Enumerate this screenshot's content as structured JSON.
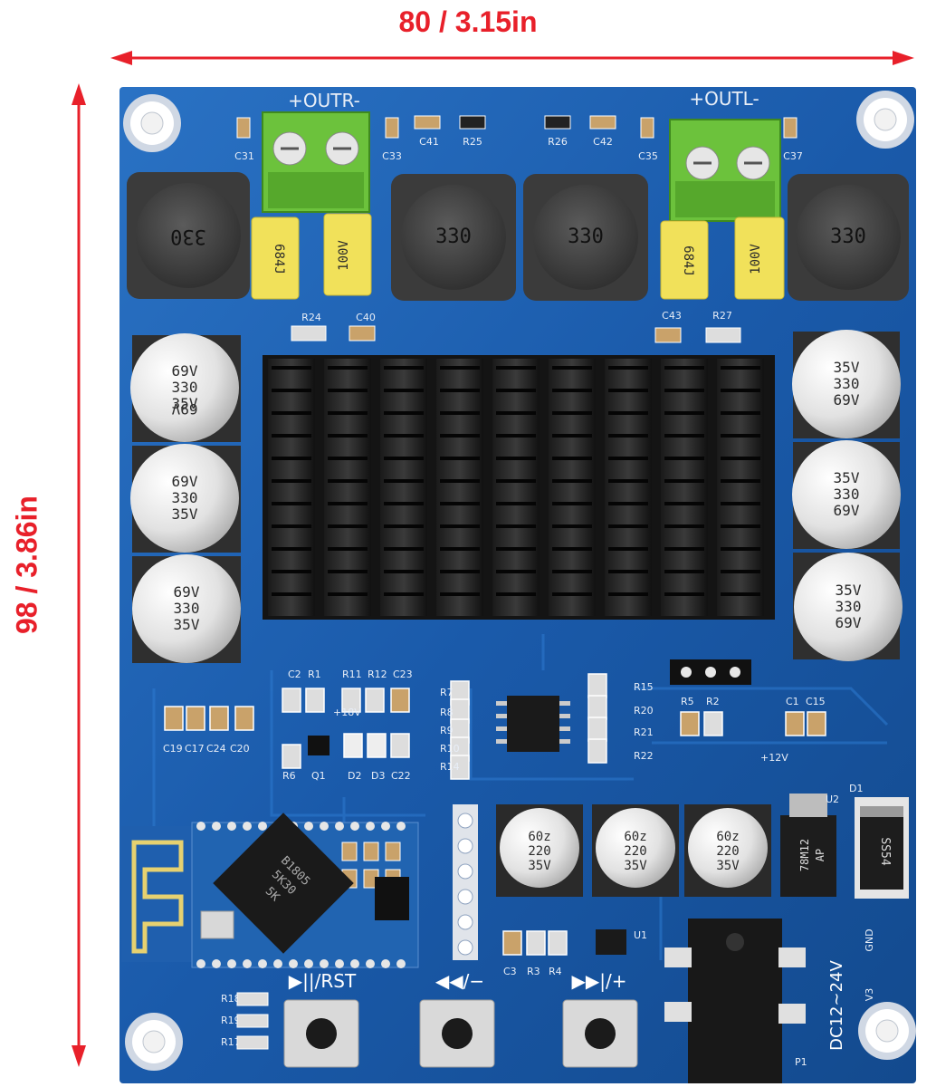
{
  "dimensions": {
    "width_label": "80 / 3.15in",
    "height_label": "98 / 3.86in",
    "arrow_color": "#e8202a"
  },
  "board": {
    "pcb_color": "#1a63b7",
    "terminals": {
      "right_channel": "+OUTR-",
      "left_channel": "+OUTL-"
    },
    "inductor_marking": "330",
    "film_cap_marking": [
      "100V",
      "684J"
    ],
    "big_cap_marking": [
      "69V",
      "330",
      "35V"
    ],
    "small_cap_marking": [
      "220",
      "35V",
      "60z"
    ],
    "ic_u2_marking": [
      "78M12",
      "AP"
    ],
    "diode_marking": "SS54",
    "bt_chip_marking": [
      "B1805",
      "5K30",
      "5K"
    ],
    "power_label": "DC12~24V",
    "gnd_label": "GND",
    "v12_label": "+12V",
    "v18_label": "+18V",
    "p1_label": "P1",
    "d1_label": "D1",
    "u2_label": "U2",
    "u1_label": "U1",
    "v3_label": "V3",
    "buttons": {
      "rst": "▶||/RST",
      "prev": "◀◀/−",
      "next": "▶▶|/+"
    },
    "top_labels": [
      "C31",
      "C33",
      "C41",
      "R25",
      "R26",
      "C42",
      "C35",
      "C37"
    ],
    "mid_labels": [
      "R24",
      "C40",
      "C43",
      "R27"
    ],
    "center_labels": {
      "c2": "C2",
      "r1": "R1",
      "r11": "R11",
      "r12": "R12",
      "c23": "C23",
      "r7": "R7",
      "r8": "R8",
      "r9": "R9",
      "r10": "R10",
      "r14": "R14",
      "r15": "R15",
      "r20": "R20",
      "r21": "R21",
      "r22": "R22",
      "r5": "R5",
      "r2": "R2",
      "c1": "C1",
      "c15": "C15",
      "r6": "R6",
      "q1": "Q1",
      "d2": "D2",
      "d3": "D3",
      "c22": "C22",
      "c19": "C19",
      "c17": "C17",
      "c24": "C24",
      "c20": "C20",
      "c3": "C3",
      "r3": "R3",
      "r4": "R4",
      "r17": "R17",
      "r18": "R18",
      "r19": "R19"
    }
  }
}
